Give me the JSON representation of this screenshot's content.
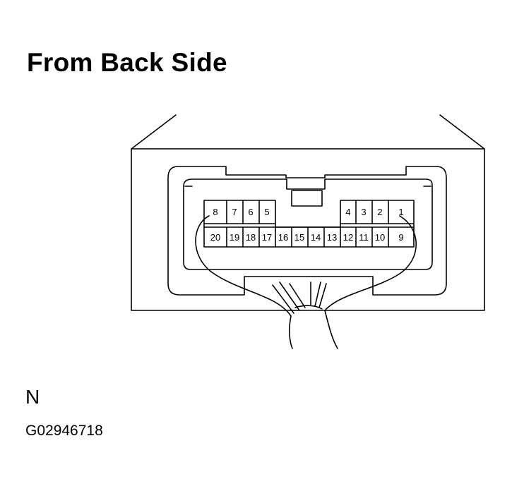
{
  "title": "From Back Side",
  "label": "N",
  "figure_code": "G02946718",
  "connector": {
    "top_row": [
      "8",
      "7",
      "6",
      "5",
      "4",
      "3",
      "2",
      "1"
    ],
    "bottom_row": [
      "20",
      "19",
      "18",
      "17",
      "16",
      "15",
      "14",
      "13",
      "12",
      "11",
      "10",
      "9"
    ]
  }
}
